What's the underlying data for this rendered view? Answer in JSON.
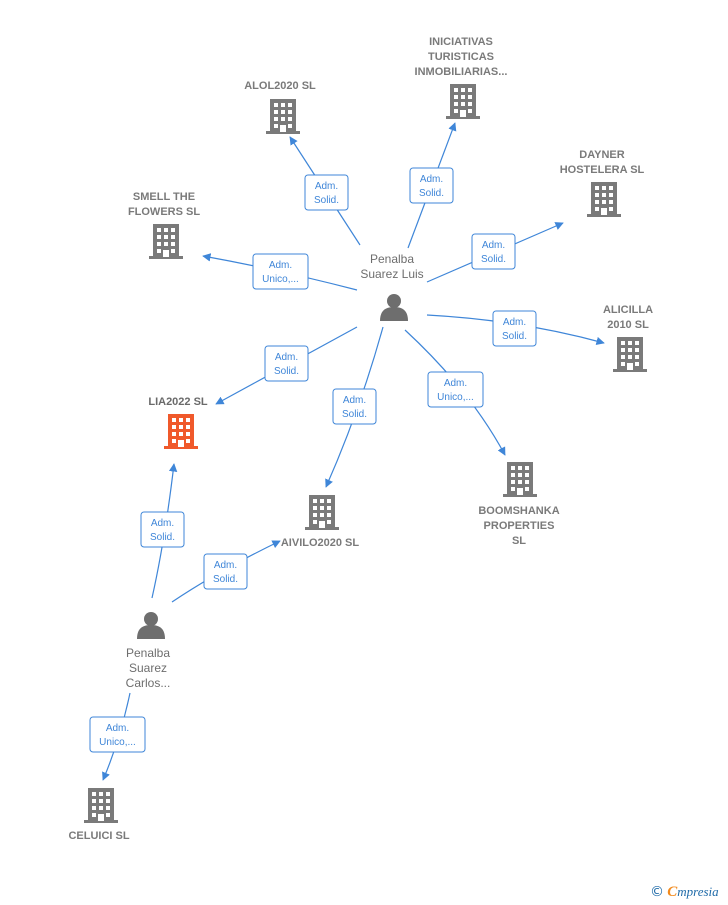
{
  "companies": [
    {
      "id": "alol",
      "label": [
        "ALOL2020  SL"
      ],
      "color": "#7a7a7a"
    },
    {
      "id": "iniciativas",
      "label": [
        "INICIATIVAS",
        "TURISTICAS",
        "INMOBILIARIAS..."
      ],
      "color": "#7a7a7a"
    },
    {
      "id": "dayner",
      "label": [
        "DAYNER",
        "HOSTELERA SL"
      ],
      "color": "#7a7a7a"
    },
    {
      "id": "smell",
      "label": [
        "SMELL THE",
        "FLOWERS  SL"
      ],
      "color": "#7a7a7a"
    },
    {
      "id": "alicilla",
      "label": [
        "ALICILLA",
        "2010  SL"
      ],
      "color": "#7a7a7a"
    },
    {
      "id": "lia",
      "label": [
        "LIA2022  SL"
      ],
      "color": "#f0592b"
    },
    {
      "id": "boomshanka",
      "label": [
        "BOOMSHANKA",
        "PROPERTIES",
        "SL"
      ],
      "color": "#7a7a7a"
    },
    {
      "id": "aivilo",
      "label": [
        "AIVILO2020  SL"
      ],
      "color": "#7a7a7a"
    },
    {
      "id": "celuici",
      "label": [
        "CELUICI  SL"
      ],
      "color": "#7a7a7a"
    }
  ],
  "people": [
    {
      "id": "luis",
      "label": [
        "Penalba",
        "Suarez Luis"
      ]
    },
    {
      "id": "carlos",
      "label": [
        "Penalba",
        "Suarez",
        "Carlos..."
      ]
    }
  ],
  "edges": [
    {
      "id": "e-alol",
      "label": [
        "Adm.",
        "Solid."
      ]
    },
    {
      "id": "e-iniciativas",
      "label": [
        "Adm.",
        "Solid."
      ]
    },
    {
      "id": "e-dayner",
      "label": [
        "Adm.",
        "Solid."
      ]
    },
    {
      "id": "e-smell",
      "label": [
        "Adm.",
        "Unico,..."
      ]
    },
    {
      "id": "e-alicilla",
      "label": [
        "Adm.",
        "Solid."
      ]
    },
    {
      "id": "e-lia-luis",
      "label": [
        "Adm.",
        "Solid."
      ]
    },
    {
      "id": "e-aivilo-luis",
      "label": [
        "Adm.",
        "Solid."
      ]
    },
    {
      "id": "e-boomshanka",
      "label": [
        "Adm.",
        "Unico,..."
      ]
    },
    {
      "id": "e-lia-carlos",
      "label": [
        "Adm.",
        "Solid."
      ]
    },
    {
      "id": "e-aivilo-carlos",
      "label": [
        "Adm.",
        "Solid."
      ]
    },
    {
      "id": "e-celuici",
      "label": [
        "Adm.",
        "Unico,..."
      ]
    }
  ],
  "colors": {
    "edge": "#3f86d8",
    "building": "#7a7a7a",
    "highlight": "#f0592b",
    "person": "#6e6e6e"
  },
  "brand": {
    "copyright": "©",
    "first_letter": "C",
    "rest": "mpresia"
  }
}
